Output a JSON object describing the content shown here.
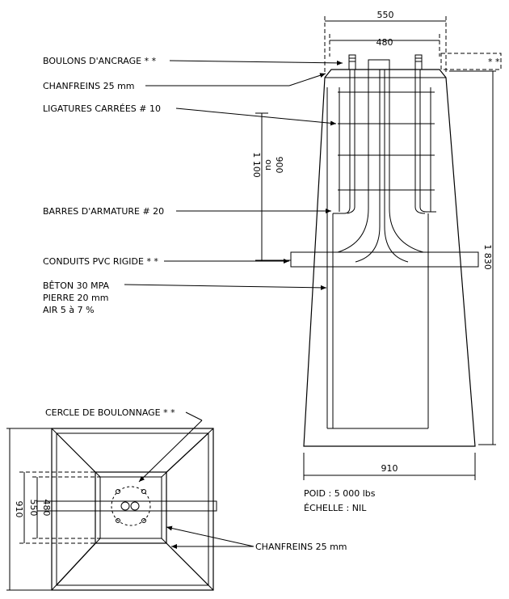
{
  "labels": {
    "anchor_bolts": "BOULONS D'ANCRAGE * *",
    "chamfers_top": "CHANFREINS 25 mm",
    "ties": "LIGATURES CARRÉES # 10",
    "rebar": "BARRES D'ARMATURE # 20",
    "conduits": "CONDUITS PVC RIGIDE * *",
    "concrete_1": "BÊTON 30 MPA",
    "concrete_2": "PIERRE 20 mm",
    "concrete_3": "AIR 5 à 7 %",
    "bolt_circle": "CERCLE DE BOULONNAGE * *",
    "chamfers_bottom": "CHANFREINS 25 mm",
    "weight": "POID : 5 000 lbs",
    "scale": "ÉCHELLE : NIL"
  },
  "dimensions": {
    "top_outer": "550",
    "top_inner": "480",
    "height_total": "1 830",
    "depth_upper": "900",
    "depth_or": "ou",
    "depth_alt": "1 100",
    "base_width": "910",
    "side_stars": "* *",
    "plan_910": "910",
    "plan_550": "550",
    "plan_480": "480"
  },
  "colors": {
    "line": "#000000",
    "background": "#ffffff"
  }
}
